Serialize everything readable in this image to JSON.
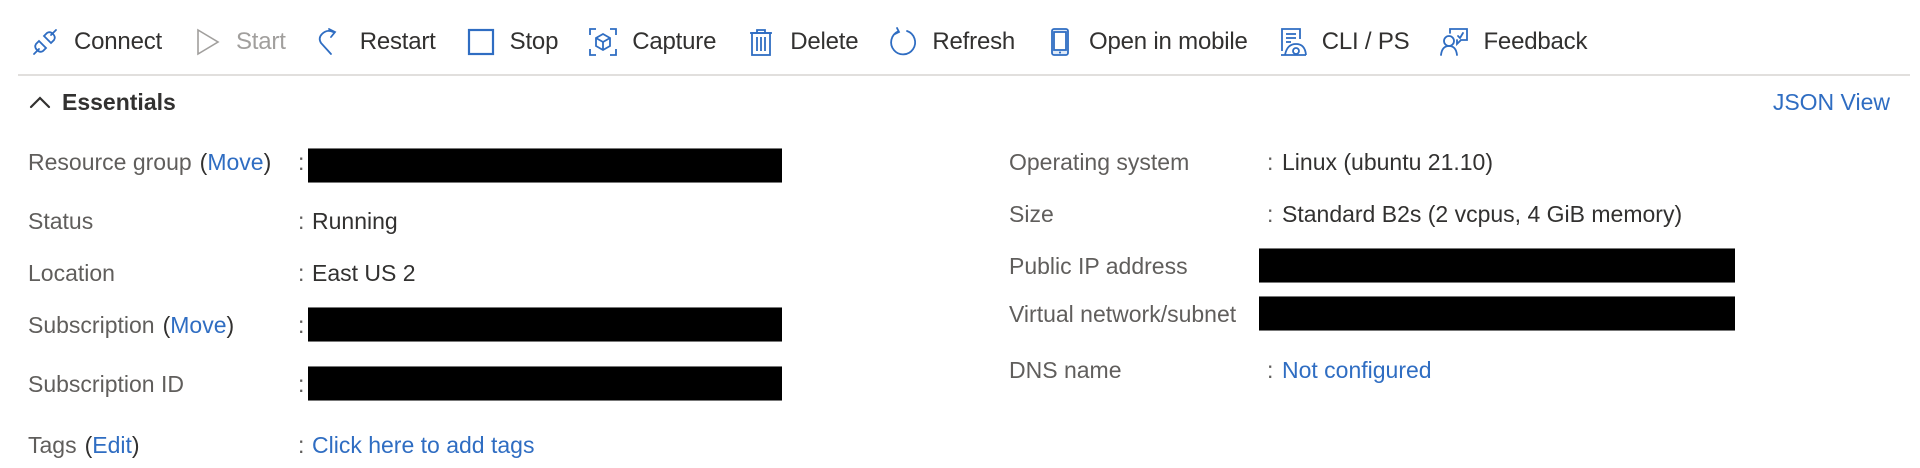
{
  "toolbar": {
    "items": [
      {
        "label": "Connect",
        "icon": "plug-icon",
        "disabled": false
      },
      {
        "label": "Start",
        "icon": "play-icon",
        "disabled": true
      },
      {
        "label": "Restart",
        "icon": "restart-icon",
        "disabled": false
      },
      {
        "label": "Stop",
        "icon": "stop-icon",
        "disabled": false
      },
      {
        "label": "Capture",
        "icon": "capture-icon",
        "disabled": false
      },
      {
        "label": "Delete",
        "icon": "trash-icon",
        "disabled": false
      },
      {
        "label": "Refresh",
        "icon": "refresh-icon",
        "disabled": false
      },
      {
        "label": "Open in mobile",
        "icon": "mobile-icon",
        "disabled": false
      },
      {
        "label": "CLI / PS",
        "icon": "cli-icon",
        "disabled": false
      },
      {
        "label": "Feedback",
        "icon": "feedback-icon",
        "disabled": false
      }
    ]
  },
  "essentials": {
    "title": "Essentials",
    "json_view": "JSON View",
    "left": {
      "resource_group": {
        "label": "Resource group",
        "action": "Move",
        "value": "[redacted]"
      },
      "status": {
        "label": "Status",
        "value": "Running"
      },
      "location": {
        "label": "Location",
        "value": "East US 2"
      },
      "subscription": {
        "label": "Subscription",
        "action": "Move",
        "value": "[redacted]"
      },
      "subscription_id": {
        "label": "Subscription ID",
        "value": "[redacted]"
      },
      "tags": {
        "label": "Tags",
        "action": "Edit",
        "value": "Click here to add tags"
      }
    },
    "right": {
      "os": {
        "label": "Operating system",
        "value": "Linux (ubuntu 21.10)"
      },
      "size": {
        "label": "Size",
        "value": "Standard B2s (2 vcpus, 4 GiB memory)"
      },
      "public_ip": {
        "label": "Public IP address",
        "value": "[redacted]"
      },
      "vnet": {
        "label": "Virtual network/subnet",
        "value": "[redacted]"
      },
      "dns": {
        "label": "DNS name",
        "value": "Not configured"
      }
    },
    "colon": ":",
    "paren_open": "(",
    "paren_close": ")"
  },
  "colors": {
    "accent": "#2f6dc2",
    "text": "#323130",
    "label": "#605e5c",
    "disabled": "#a19f9d",
    "divider": "#e1dfdd"
  }
}
